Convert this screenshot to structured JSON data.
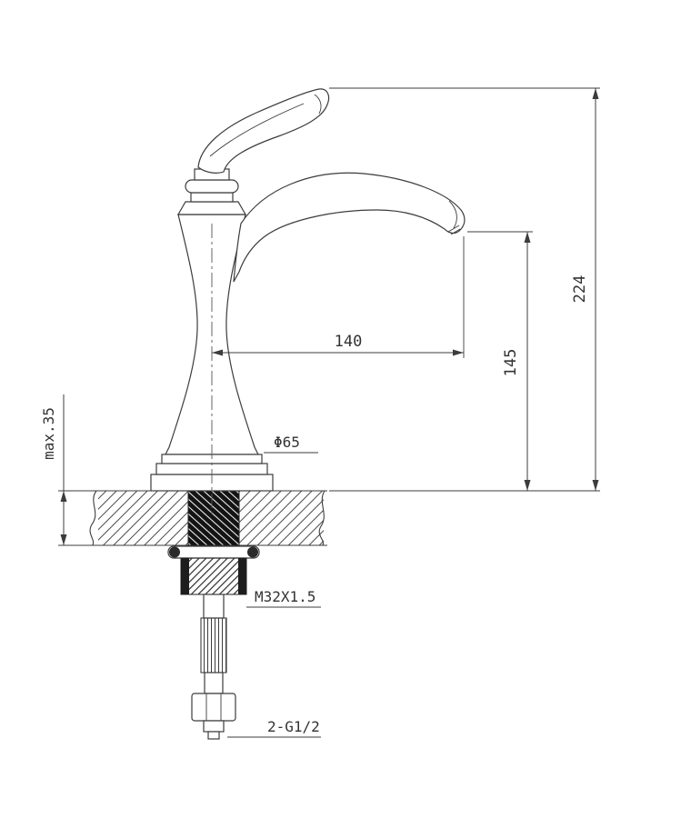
{
  "colors": {
    "background": "#ffffff",
    "line": "#3c3c3c",
    "text": "#333333"
  },
  "dimensions": {
    "spout_reach": "140",
    "spout_height": "145",
    "overall_height": "224",
    "max_deck_thickness": "max.35",
    "base_diameter": "Φ65",
    "shank_thread": "M32X1.5",
    "inlet_connection": "2-G1/2"
  }
}
